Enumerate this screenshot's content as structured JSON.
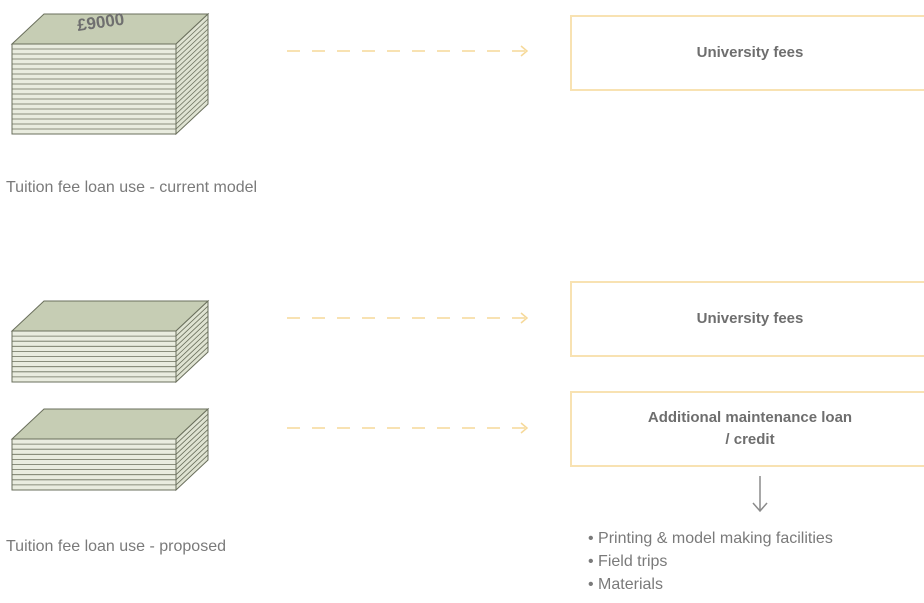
{
  "colors": {
    "bill_top": "#c6cdb4",
    "bill_stroke": "#6a6f5c",
    "dash_arrow": "#f6d999",
    "box_border": "#f8e2b2",
    "down_arrow": "#8a8a8a"
  },
  "current_model": {
    "stack_label": "£9000",
    "box_label": "University fees",
    "caption": "Tuition fee loan use - current model"
  },
  "proposed_model": {
    "box1_label": "University fees",
    "box2_label_line1": "Additional maintenance loan",
    "box2_label_line2": "/ credit",
    "caption": "Tuition fee loan use - proposed",
    "uses": [
      "Printing & model making facilities",
      "Field trips",
      "Materials"
    ]
  }
}
